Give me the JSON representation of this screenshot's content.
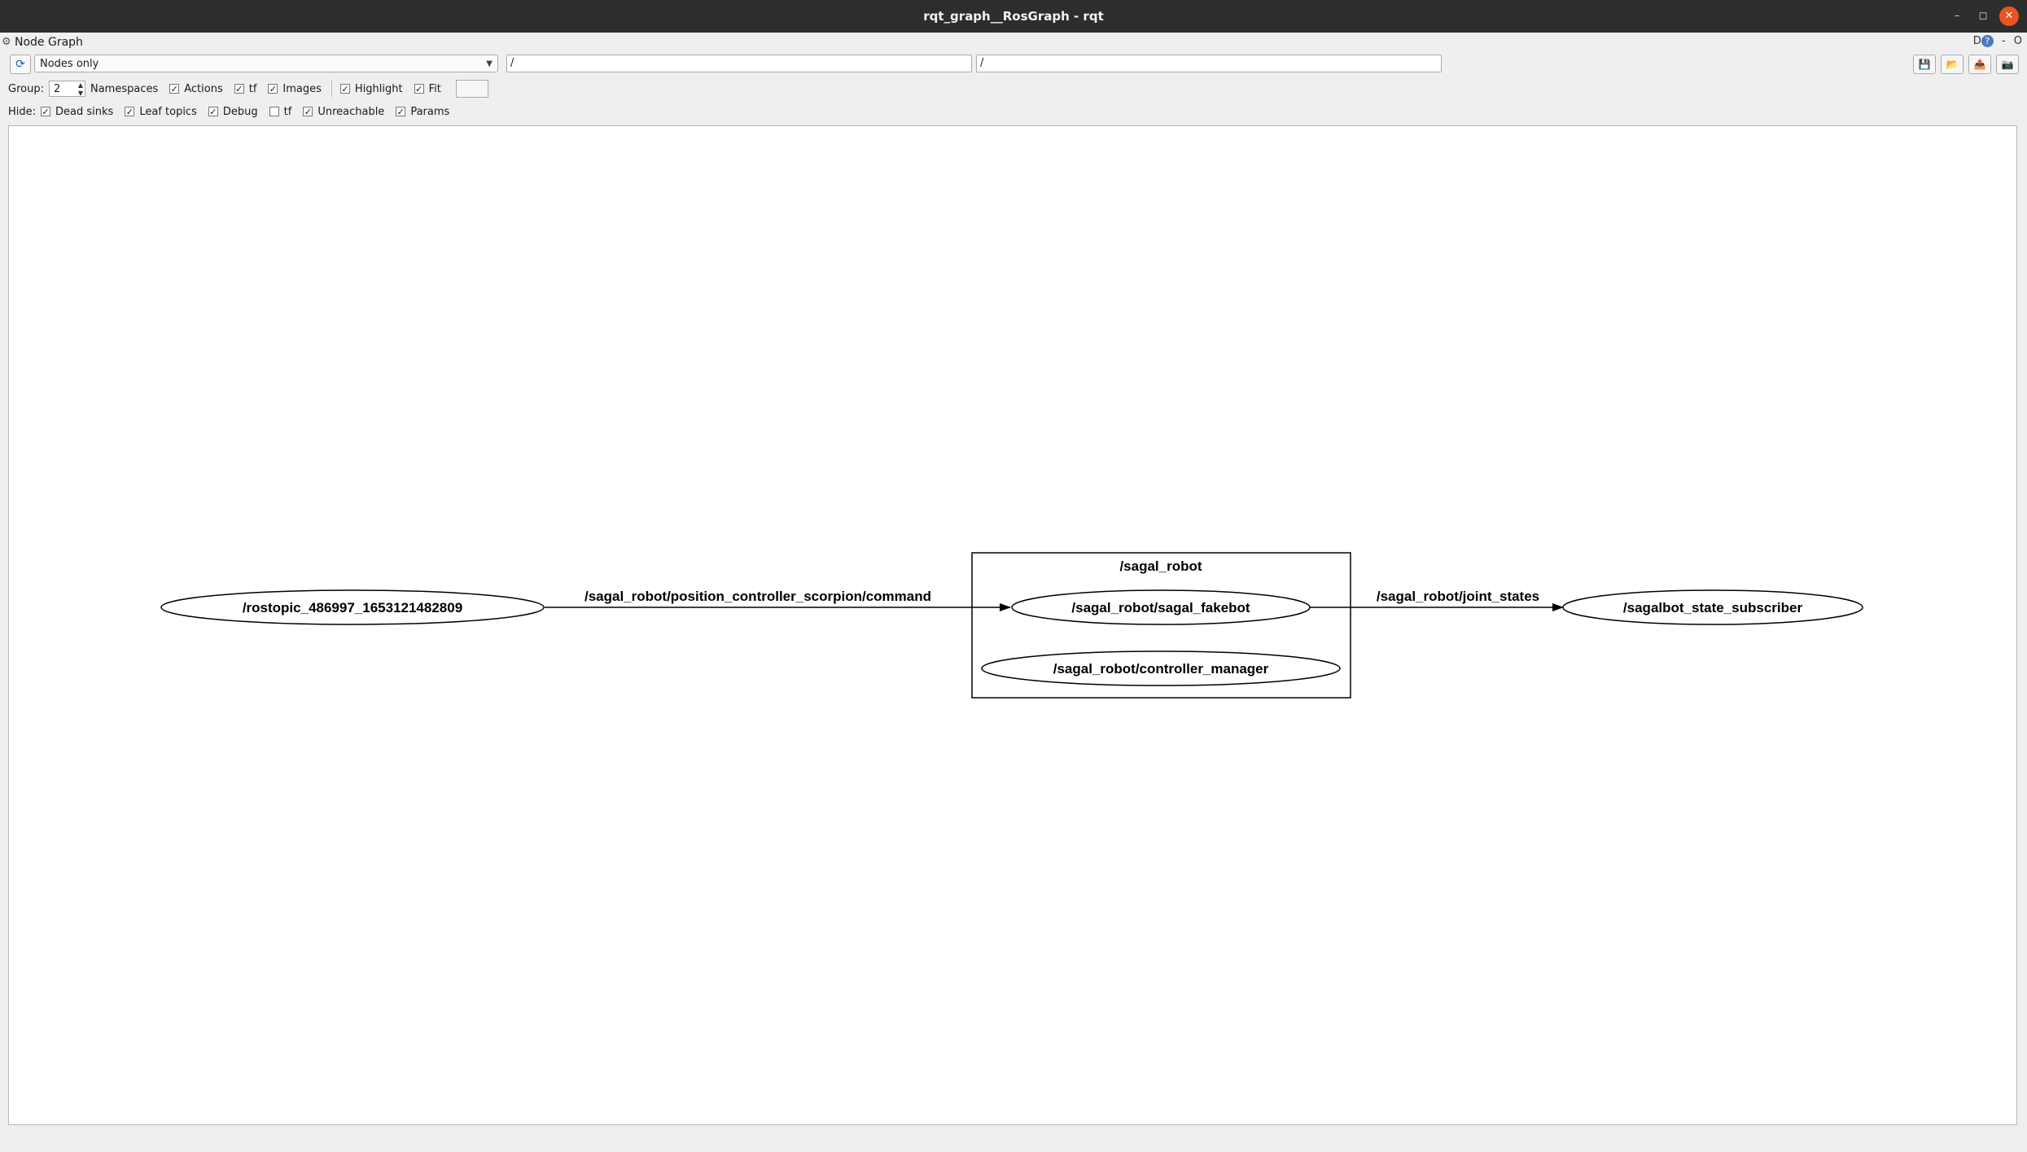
{
  "window": {
    "title": "rqt_graph__RosGraph - rqt"
  },
  "plugin": {
    "title": "Node Graph",
    "right_labels": [
      "D",
      "?",
      "-",
      "O"
    ]
  },
  "toolbar": {
    "mode_selected": "Nodes only",
    "node_filter": "/",
    "topic_filter": "/"
  },
  "group_row": {
    "group_label": "Group:",
    "group_value": "2",
    "options": [
      {
        "label": "Namespaces",
        "checked": false
      },
      {
        "label": "Actions",
        "checked": true
      },
      {
        "label": "tf",
        "checked": true
      },
      {
        "label": "Images",
        "checked": true
      },
      {
        "label": "Highlight",
        "checked": true
      },
      {
        "label": "Fit",
        "checked": true
      }
    ]
  },
  "hide_row": {
    "label": "Hide:",
    "options": [
      {
        "label": "Dead sinks",
        "checked": true
      },
      {
        "label": "Leaf topics",
        "checked": true
      },
      {
        "label": "Debug",
        "checked": true
      },
      {
        "label": "tf",
        "checked": false
      },
      {
        "label": "Unreachable",
        "checked": true
      },
      {
        "label": "Params",
        "checked": true
      }
    ]
  },
  "graph": {
    "namespace_box": "/sagal_robot",
    "nodes": [
      {
        "id": "rostopic",
        "label": "/rostopic_486997_1653121482809"
      },
      {
        "id": "fakebot",
        "label": "/sagal_robot/sagal_fakebot"
      },
      {
        "id": "controller",
        "label": "/sagal_robot/controller_manager"
      },
      {
        "id": "subscriber",
        "label": "/sagalbot_state_subscriber"
      }
    ],
    "edges": [
      {
        "from": "rostopic",
        "to": "fakebot",
        "label": "/sagal_robot/position_controller_scorpion/command"
      },
      {
        "from": "fakebot",
        "to": "subscriber",
        "label": "/sagal_robot/joint_states"
      }
    ]
  },
  "icons": {
    "refresh": "refresh-icon",
    "save": "save-icon",
    "load": "load-icon",
    "export": "export-icon",
    "screenshot": "screenshot-icon"
  }
}
